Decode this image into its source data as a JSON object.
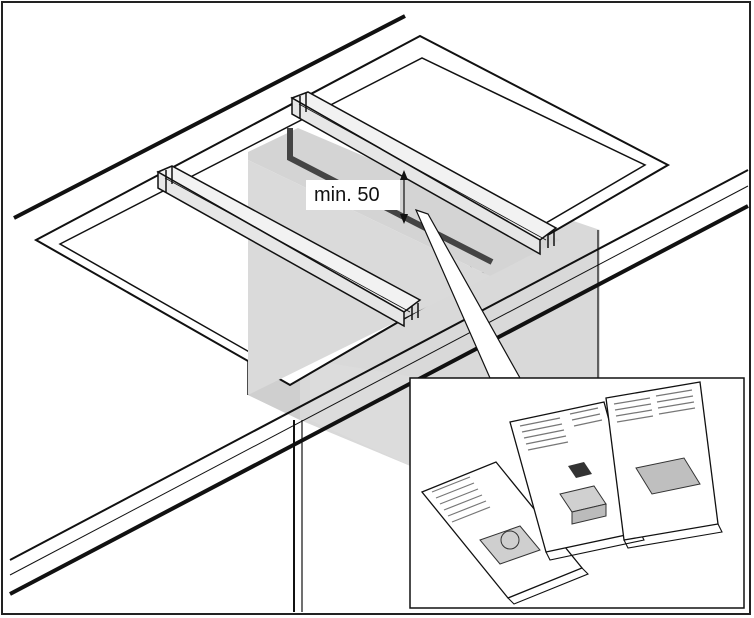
{
  "dimension": {
    "label": "min. 50"
  },
  "colors": {
    "line": "#111111",
    "cabinet_shade": "#d9d9d9",
    "cabinet_shade_dark": "#cfcfcf",
    "rail_fill": "#f2f2f2",
    "background": "#ffffff"
  },
  "inset": {
    "items": [
      "booklet-1",
      "booklet-2",
      "booklet-3"
    ]
  }
}
